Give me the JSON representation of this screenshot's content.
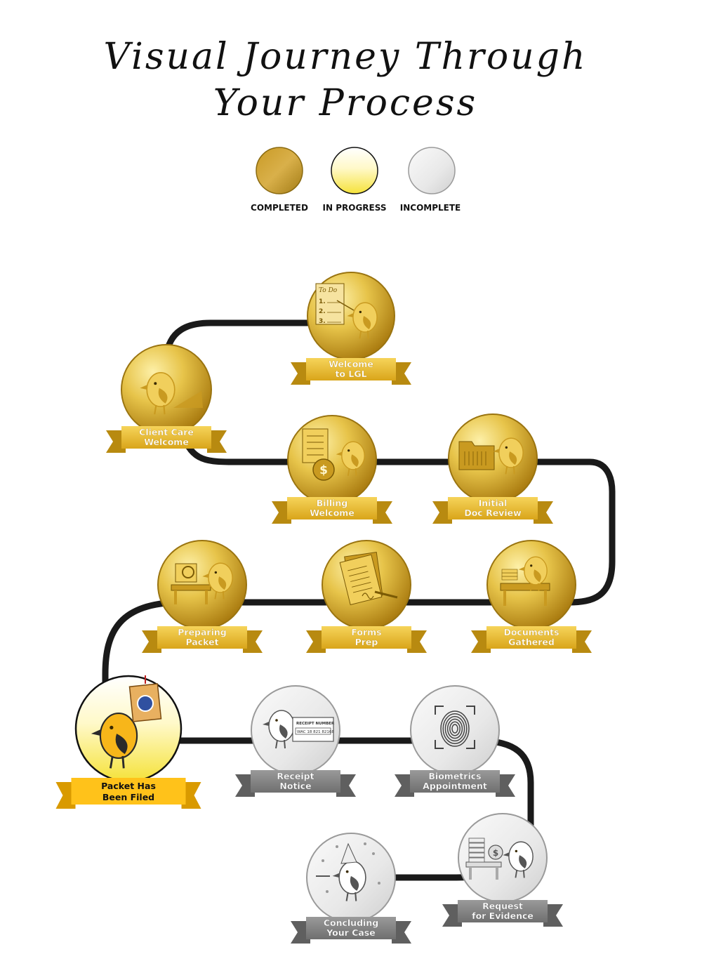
{
  "title": {
    "line1": "Visual Journey Through",
    "line2": "Your Process"
  },
  "legend": [
    {
      "label": "COMPLETED",
      "status": "completed"
    },
    {
      "label": "IN PROGRESS",
      "status": "in_progress"
    },
    {
      "label": "INCOMPLETE",
      "status": "incomplete"
    }
  ],
  "colors": {
    "completed_light": "#fbe07a",
    "completed_dark": "#b8860b",
    "in_progress_light": "#fffbe0",
    "in_progress_dark": "#f4e040",
    "incomplete_light": "#f4f4f4",
    "incomplete_dark": "#bdbdbd",
    "path": "#1a1a1a",
    "ribbon_gold": "#e8b820",
    "ribbon_yellow": "#ffc21a",
    "ribbon_gray": "#8a8a8a"
  },
  "steps": [
    {
      "id": "welcome-lgl",
      "line1": "Welcome",
      "line2": "to LGL",
      "status": "completed",
      "icon": "todo-list-bird-icon",
      "todo": {
        "heading": "To Do",
        "items": [
          "1.",
          "2.",
          "3."
        ]
      }
    },
    {
      "id": "client-care",
      "line1": "Client Care",
      "line2": "Welcome",
      "status": "completed",
      "icon": "waving-bird-icon"
    },
    {
      "id": "billing",
      "line1": "Billing",
      "line2": "Welcome",
      "status": "completed",
      "icon": "invoice-coin-bird-icon",
      "coin_symbol": "$"
    },
    {
      "id": "initial-doc",
      "line1": "Initial",
      "line2": "Doc Review",
      "status": "completed",
      "icon": "folder-bird-icon"
    },
    {
      "id": "documents-gathered",
      "line1": "Documents",
      "line2": "Gathered",
      "status": "completed",
      "icon": "desk-bird-icon"
    },
    {
      "id": "forms-prep",
      "line1": "Forms",
      "line2": "Prep",
      "status": "completed",
      "icon": "signed-form-icon"
    },
    {
      "id": "preparing-packet",
      "line1": "Preparing",
      "line2": "Packet",
      "status": "completed",
      "icon": "magnifier-bird-icon"
    },
    {
      "id": "packet-filed",
      "line1": "Packet Has",
      "line2": "Been Filed",
      "status": "in_progress",
      "icon": "bird-envelope-icon"
    },
    {
      "id": "receipt-notice",
      "line1": "Receipt",
      "line2": "Notice",
      "status": "incomplete",
      "icon": "receipt-bird-icon",
      "receipt": {
        "heading": "RECEIPT NUMBER",
        "number": "WAC 18 821 82168"
      }
    },
    {
      "id": "biometrics",
      "line1": "Biometrics",
      "line2": "Appointment",
      "status": "incomplete",
      "icon": "fingerprint-icon"
    },
    {
      "id": "rfe",
      "line1": "Request",
      "line2": "for Evidence",
      "status": "incomplete",
      "icon": "books-coin-bird-icon",
      "coin_symbol": "$"
    },
    {
      "id": "concluding",
      "line1": "Concluding",
      "line2": "Your Case",
      "status": "incomplete",
      "icon": "party-bird-icon"
    }
  ]
}
